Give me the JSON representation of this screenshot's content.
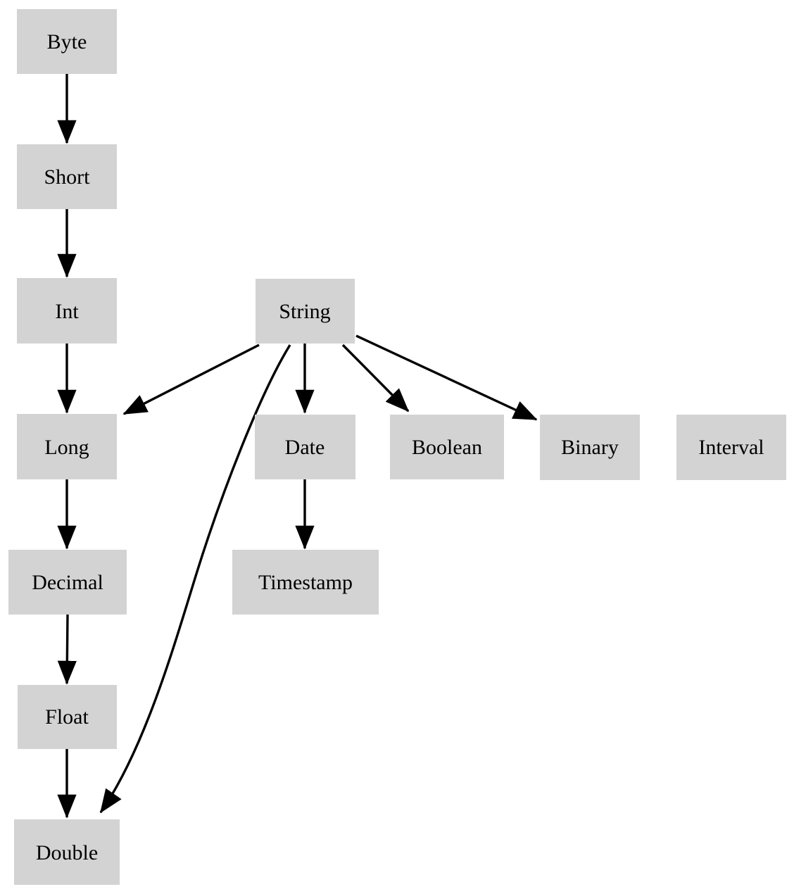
{
  "diagram": {
    "type": "directed-graph",
    "description": "Type promotion hierarchy graph",
    "colors": {
      "background": "#ffffff",
      "node_fill": "#d3d3d3",
      "edge": "#000000",
      "text": "#000000"
    },
    "nodes": {
      "byte": {
        "label": "Byte"
      },
      "short": {
        "label": "Short"
      },
      "int": {
        "label": "Int"
      },
      "string": {
        "label": "String"
      },
      "long": {
        "label": "Long"
      },
      "date": {
        "label": "Date"
      },
      "boolean": {
        "label": "Boolean"
      },
      "binary": {
        "label": "Binary"
      },
      "interval": {
        "label": "Interval"
      },
      "decimal": {
        "label": "Decimal"
      },
      "timestamp": {
        "label": "Timestamp"
      },
      "float": {
        "label": "Float"
      },
      "double": {
        "label": "Double"
      }
    },
    "edges": [
      {
        "from": "Byte",
        "to": "Short"
      },
      {
        "from": "Short",
        "to": "Int"
      },
      {
        "from": "Int",
        "to": "Long"
      },
      {
        "from": "String",
        "to": "Long"
      },
      {
        "from": "String",
        "to": "Date"
      },
      {
        "from": "String",
        "to": "Boolean"
      },
      {
        "from": "String",
        "to": "Binary"
      },
      {
        "from": "String",
        "to": "Double"
      },
      {
        "from": "Long",
        "to": "Decimal"
      },
      {
        "from": "Date",
        "to": "Timestamp"
      },
      {
        "from": "Decimal",
        "to": "Float"
      },
      {
        "from": "Float",
        "to": "Double"
      }
    ]
  }
}
